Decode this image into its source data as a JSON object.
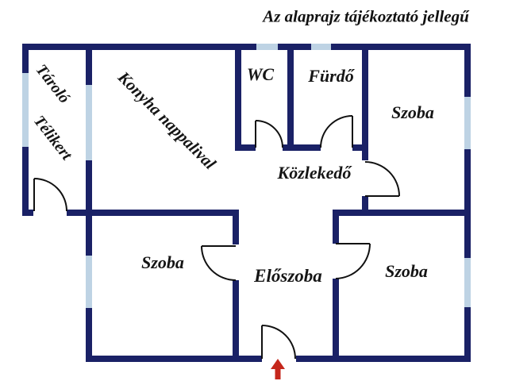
{
  "title": "Az alaprajz tájékoztató jellegű",
  "rooms": {
    "tarolo": {
      "label": "Tároló"
    },
    "telikert": {
      "label": "Télikert"
    },
    "konyha": {
      "label": "Konyha nappalival"
    },
    "wc": {
      "label": "WC"
    },
    "furdo": {
      "label": "Fürdő"
    },
    "szoba_top_right": {
      "label": "Szoba"
    },
    "kozlekedo": {
      "label": "Közlekedő"
    },
    "szoba_bottom_left": {
      "label": "Szoba"
    },
    "eloszoba": {
      "label": "Előszoba"
    },
    "szoba_bottom_right": {
      "label": "Szoba"
    }
  },
  "entrance_marker": {
    "icon": "red-up-arrow"
  },
  "colors": {
    "wall": "#1a2166",
    "window": "#bed3e4",
    "door_line": "#111111",
    "entrance_arrow": "#c5271c",
    "text": "#151515",
    "background": "#ffffff"
  }
}
